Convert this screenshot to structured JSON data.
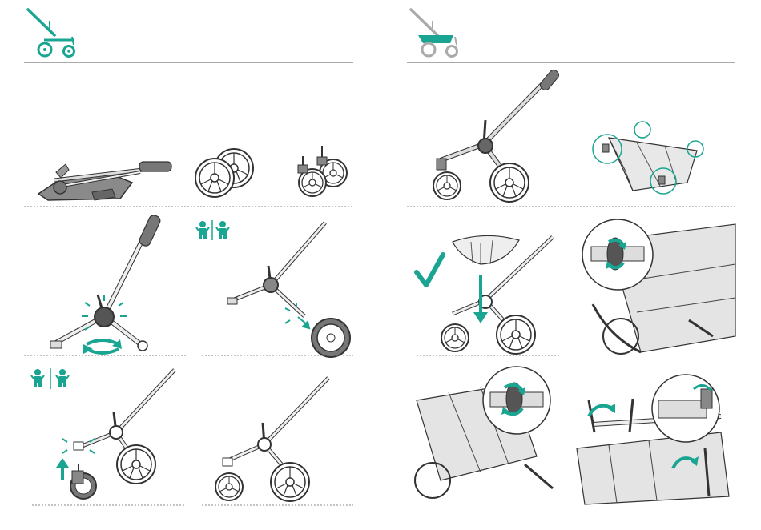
{
  "manual": {
    "teal": "#1aa592",
    "gray": "#555555",
    "left_page": {
      "header_icon": "stroller-chassis-wheels-icon",
      "steps": [
        {
          "panel": "unfold-chassis",
          "icons": [
            "folded-chassis-icon",
            "rear-wheels-icon",
            "front-wheels-icon"
          ]
        },
        {
          "panel": "unlock-hub",
          "icons": [
            "rotate-arrow-icon",
            "click-burst-icon"
          ]
        },
        {
          "panel": "attach-rear-wheel",
          "icons": [
            "child-icon",
            "child-icon",
            "click-burst-icon"
          ]
        },
        {
          "panel": "attach-front-wheel",
          "icons": [
            "child-icon",
            "child-icon",
            "up-arrow-icon"
          ]
        },
        {
          "panel": "assembled-chassis",
          "icons": []
        }
      ]
    },
    "right_page": {
      "header_icon": "stroller-seat-fabric-icon",
      "steps": [
        {
          "panel": "chassis-with-wheels",
          "icons": []
        },
        {
          "panel": "fabric-attachment-points",
          "icons": [
            "zoom-circle-icon"
          ]
        },
        {
          "panel": "place-sun-canopy",
          "icons": [
            "checkmark-icon",
            "down-arrow-icon"
          ]
        },
        {
          "panel": "wrap-fabric-tab",
          "icons": [
            "rotate-arrow-icon"
          ]
        },
        {
          "panel": "fasten-front-tab",
          "icons": [
            "rotate-arrow-icon"
          ]
        },
        {
          "panel": "fasten-side-clips",
          "icons": [
            "curved-arrow-icon"
          ]
        }
      ]
    }
  }
}
